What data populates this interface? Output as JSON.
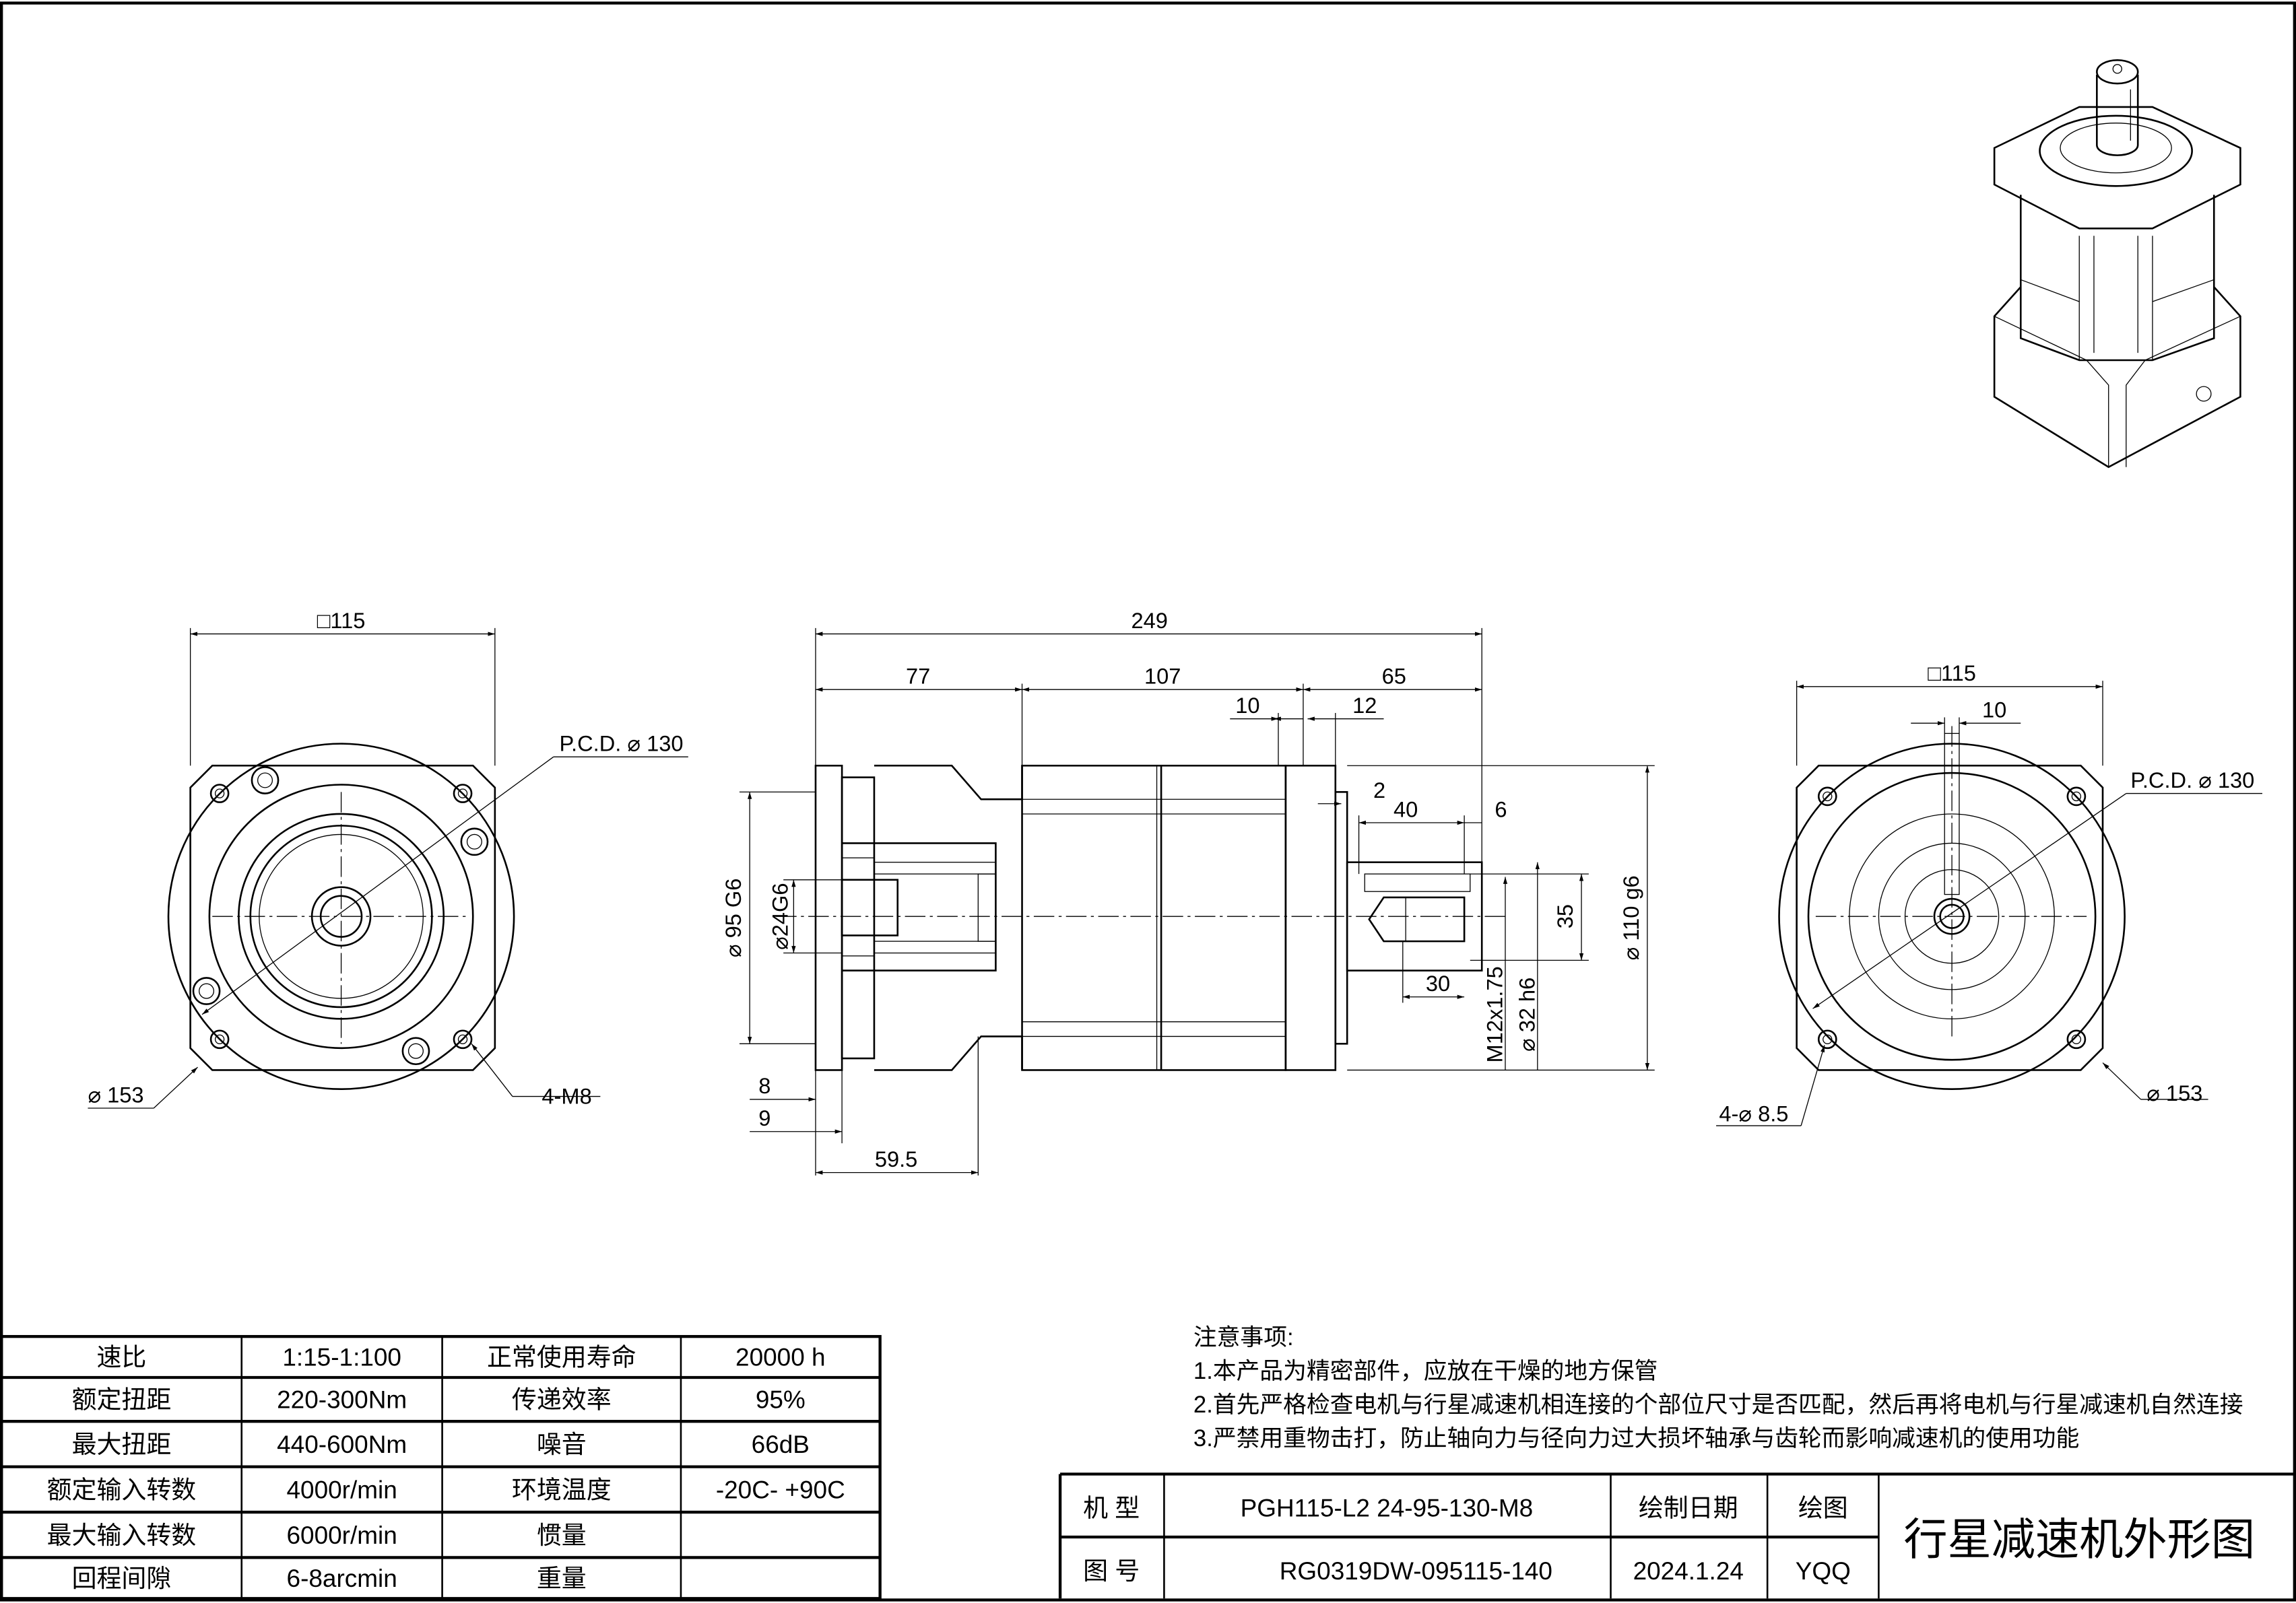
{
  "dimensions": {
    "front": {
      "square": "□115",
      "pcd": "P.C.D. ⌀ 130",
      "outer_dia": "⌀ 153",
      "thread_holes": "4-M8"
    },
    "side": {
      "overall": "249",
      "seg1": "77",
      "seg2": "107",
      "seg3": "65",
      "d10": "10",
      "d12": "12",
      "d2": "2",
      "d40": "40",
      "d6": "6",
      "bore_pilot": "⌀ 95 G6",
      "input_bore": "⌀24G6",
      "key_len": "35",
      "tap_depth": "30",
      "thread": "M12x1.75",
      "shaft_dia": "⌀ 32 h6",
      "pilot_dia": "⌀ 110  g6",
      "d8": "8",
      "d9": "9",
      "d59_5": "59.5"
    },
    "rear": {
      "square": "□115",
      "key_width": "10",
      "pcd": "P.C.D. ⌀ 130",
      "outer_dia": "⌀ 153",
      "holes": "4-⌀ 8.5"
    }
  },
  "spec_table": [
    [
      "速比",
      "1:15-1:100",
      "正常使用寿命",
      "20000  h"
    ],
    [
      "额定扭距",
      "220-300Nm",
      "传递效率",
      "95%"
    ],
    [
      "最大扭距",
      "440-600Nm",
      "噪音",
      "66dB"
    ],
    [
      "额定输入转数",
      "4000r/min",
      "环境温度",
      "-20C-  +90C"
    ],
    [
      "最大输入转数",
      "6000r/min",
      "惯量",
      ""
    ],
    [
      "回程间隙",
      "6-8arcmin",
      "重量",
      ""
    ]
  ],
  "notes": {
    "title": "注意事项:",
    "items": [
      "1.本产品为精密部件，应放在干燥的地方保管",
      "2.首先严格检查电机与行星减速机相连接的个部位尺寸是否匹配，然后再将电机与行星减速机自然连接",
      "3.严禁用重物击打，防止轴向力与径向力过大损坏轴承与齿轮而影响减速机的使用功能"
    ]
  },
  "title_block": {
    "model_label": "机  型",
    "model": "PGH115-L2  24-95-130-M8",
    "drawing_no_label": "图  号",
    "drawing_no": "RG0319DW-095115-140",
    "date_label": "绘制日期",
    "date": "2024.1.24",
    "drawer_label": "绘图",
    "drawer": "YQQ",
    "title": "行星减速机外形图"
  }
}
